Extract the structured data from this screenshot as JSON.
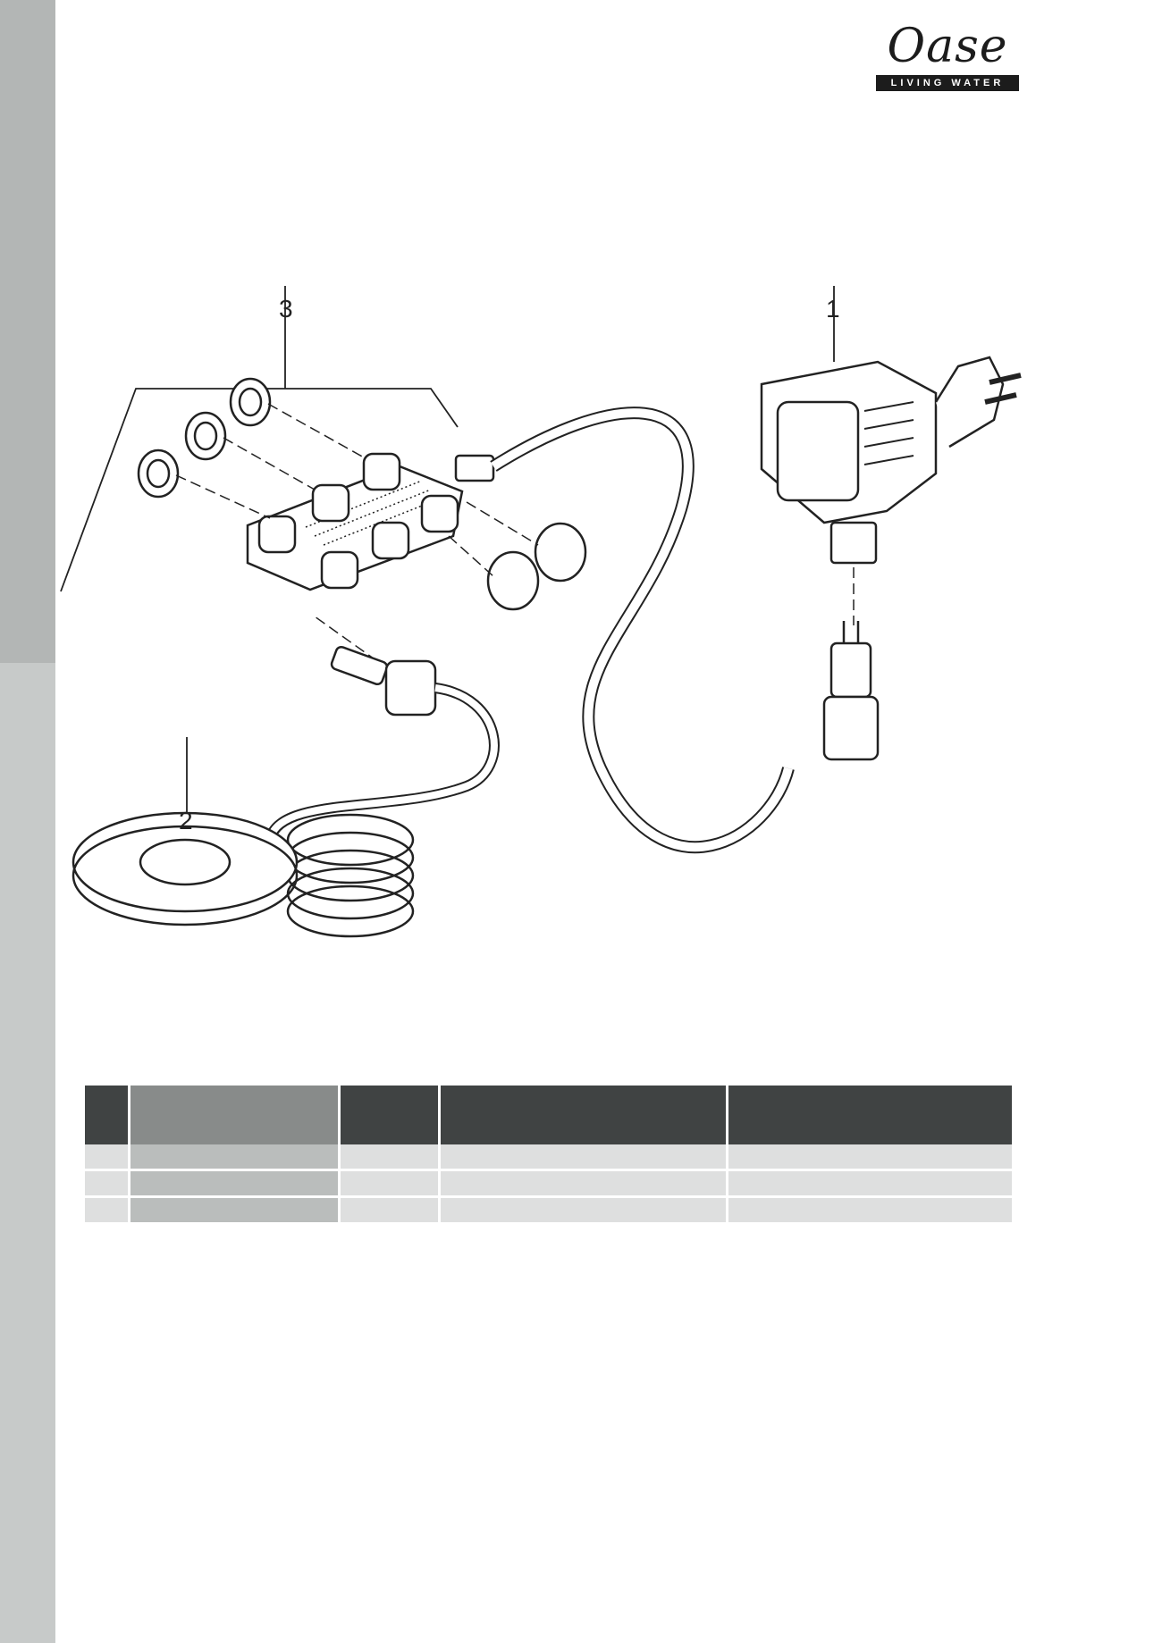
{
  "logo": {
    "wordmark": "Oase",
    "tagline": "LIVING WATER"
  },
  "callouts": [
    "1",
    "2",
    "3"
  ],
  "table": {
    "headers": [
      "",
      "",
      "",
      "",
      ""
    ],
    "rows": [
      [
        "",
        "",
        "",
        "",
        ""
      ],
      [
        "",
        "",
        "",
        "",
        ""
      ],
      [
        "",
        "",
        "",
        "",
        ""
      ]
    ]
  }
}
